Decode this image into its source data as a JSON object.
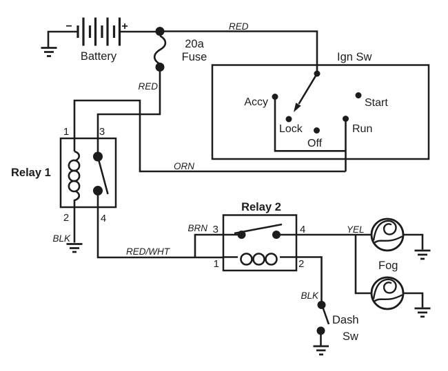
{
  "colors": {
    "ink": "#1c1c1c",
    "background": "#ffffff"
  },
  "battery": {
    "label": "Battery",
    "negative_sign": "−",
    "positive_sign": "+"
  },
  "fuse": {
    "rating": "20a",
    "label": "Fuse"
  },
  "ignition_switch": {
    "label": "Ign Sw",
    "positions": {
      "accy": "Accy",
      "lock": "Lock",
      "off": "Off",
      "run": "Run",
      "start": "Start"
    }
  },
  "relay1": {
    "label": "Relay 1",
    "pin_coil_top": "1",
    "pin_switch_top": "3",
    "pin_coil_bottom": "2",
    "pin_switch_bottom": "4"
  },
  "relay2": {
    "label": "Relay 2",
    "pin_switch_in": "3",
    "pin_switch_out": "4",
    "pin_coil_in": "1",
    "pin_coil_out": "2"
  },
  "wire_labels": {
    "red_battery": "RED",
    "red_fuse": "RED",
    "orn": "ORN",
    "blk_relay1": "BLK",
    "red_wht": "RED/WHT",
    "brn": "BRN",
    "yel": "YEL",
    "blk_dash": "BLK"
  },
  "fog_lights": {
    "label": "Fog"
  },
  "dash_switch": {
    "label_line1": "Dash",
    "label_line2": "Sw"
  }
}
